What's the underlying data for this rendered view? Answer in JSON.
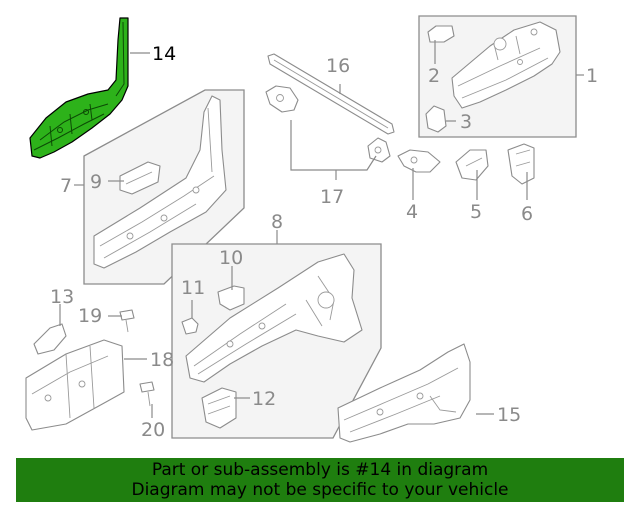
{
  "callouts": {
    "c1": "1",
    "c2": "2",
    "c3": "3",
    "c4": "4",
    "c5": "5",
    "c6": "6",
    "c7": "7",
    "c8": "8",
    "c9": "9",
    "c10": "10",
    "c11": "11",
    "c12": "12",
    "c13": "13",
    "c14": "14",
    "c15": "15",
    "c16": "16",
    "c17": "17",
    "c18": "18",
    "c19": "19",
    "c20": "20"
  },
  "highlighted_part": "14",
  "colors": {
    "highlight_fill": "#2db21a",
    "banner_background": "#1f7e0f",
    "line_gray": "#8c8c8c"
  },
  "banner": {
    "line1": "Part or sub-assembly is #14 in diagram",
    "line2": "Diagram may not be specific to your vehicle"
  }
}
